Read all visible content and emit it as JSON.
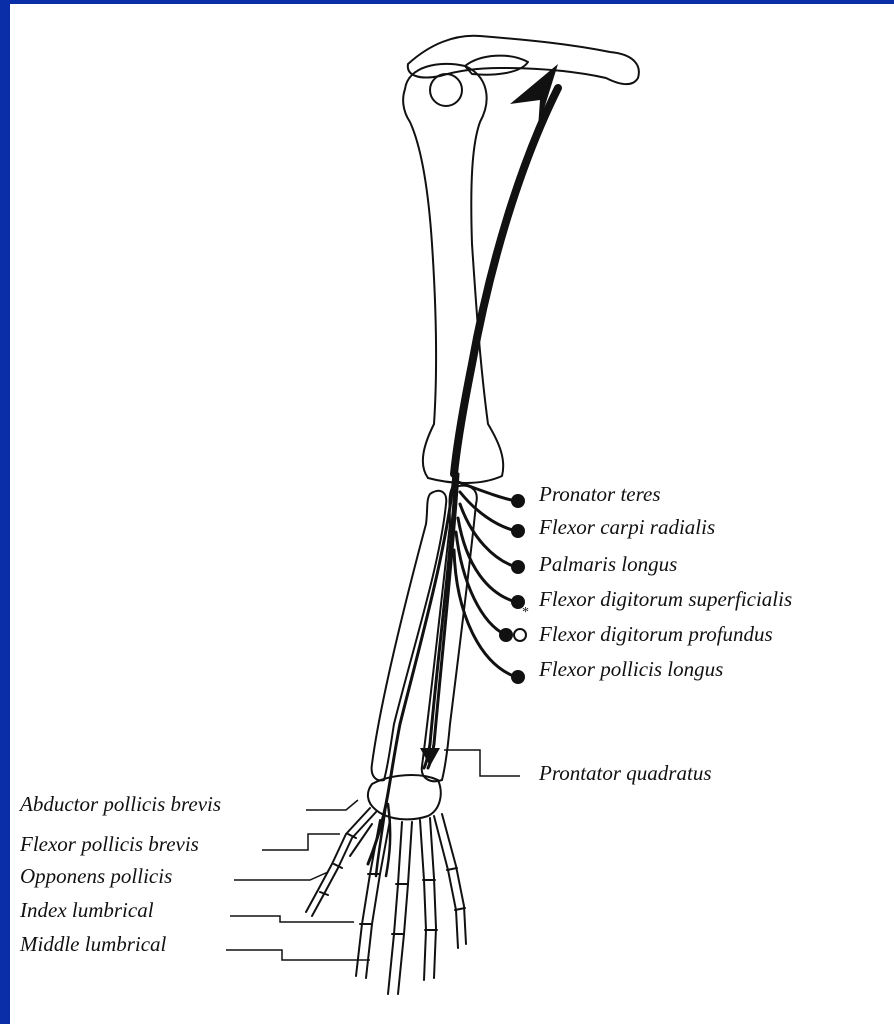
{
  "colors": {
    "frame": "#0a2ea8",
    "paper": "#ffffff",
    "ink": "#111111"
  },
  "nerve_targets_right": [
    "Pronator teres",
    "Flexor carpi radialis",
    "Palmaris longus",
    "Flexor digitorum superficialis",
    "Flexor digitorum profundus",
    "Flexor pollicis longus",
    "Prontator quadratus"
  ],
  "nerve_targets_left": [
    "Abductor pollicis brevis",
    "Flexor pollicis brevis",
    "Opponens pollicis",
    "Index lumbrical",
    "Middle lumbrical"
  ],
  "footnote_mark": "*"
}
